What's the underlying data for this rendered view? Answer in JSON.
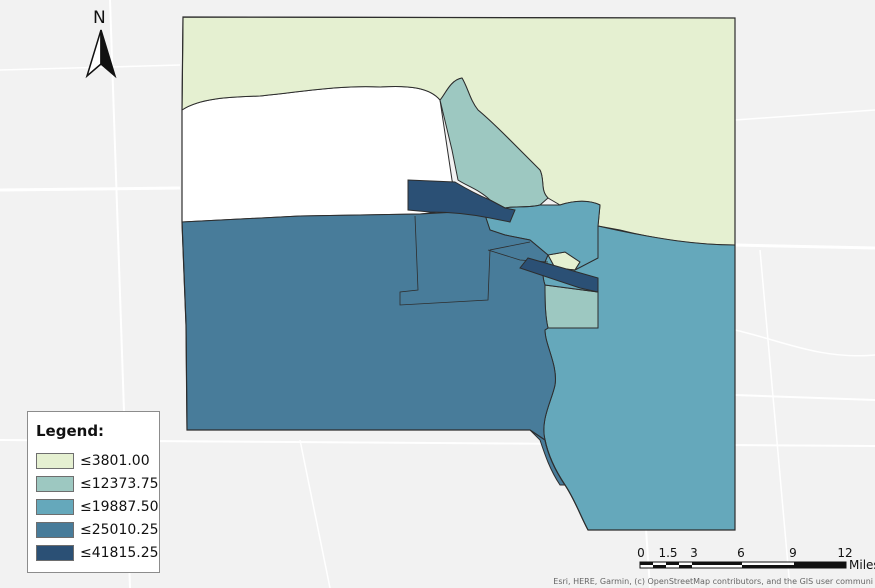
{
  "map": {
    "north_label": "N",
    "colors": {
      "c1": "#e5f0d1",
      "c2": "#9dc8c1",
      "c3": "#65a8bb",
      "c4": "#487c9a",
      "c5": "#2b5075",
      "outline": "#2d2d2d",
      "basemap": "#f2f2f2",
      "roads": "#ffffff"
    }
  },
  "legend": {
    "title": "Legend:",
    "classes": [
      {
        "label": "≤3801.00",
        "color": "#e5f0d1"
      },
      {
        "label": "≤12373.75",
        "color": "#9dc8c1"
      },
      {
        "label": "≤19887.50",
        "color": "#65a8bb"
      },
      {
        "label": "≤25010.25",
        "color": "#487c9a"
      },
      {
        "label": "≤41815.25",
        "color": "#2b5075"
      }
    ]
  },
  "scalebar": {
    "ticks": [
      "0",
      "1.5",
      "3",
      "6",
      "9",
      "12"
    ],
    "units": "Miles"
  },
  "attribution": "Esri, HERE, Garmin, (c) OpenStreetMap contributors, and the GIS user communi"
}
